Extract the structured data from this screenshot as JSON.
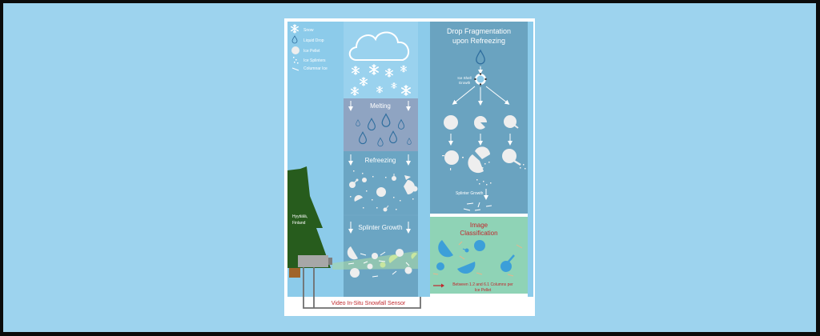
{
  "legend": {
    "items": [
      {
        "icon": "snowflake-icon",
        "label": "Snow"
      },
      {
        "icon": "liquid-drop-icon",
        "label": "Liquid Drop"
      },
      {
        "icon": "ice-pellet-icon",
        "label": "Ice Pellet"
      },
      {
        "icon": "ice-splinters-icon",
        "label": "Ice Splinters"
      },
      {
        "icon": "columnar-ice-icon",
        "label": "Columnar Ice"
      }
    ]
  },
  "location": {
    "line1": "Hyytiälä,",
    "line2": "Finland"
  },
  "stages": {
    "melting": "Melting",
    "refreezing": "Refreezing",
    "splinter_growth": "Splinter Growth"
  },
  "sensor": {
    "label": "Video In-Situ Snowfall Sensor"
  },
  "fragmentation": {
    "title_line1": "Drop Fragmentation",
    "title_line2": "upon Refreezing",
    "shell_line1": "Ice Shell",
    "shell_line2": "Growth",
    "splinter_growth": "Splinter Growth"
  },
  "classification": {
    "title_line1": "Image",
    "title_line2": "Classification",
    "result_line1": "Between 1.2 and 6.1 Columns per",
    "result_line2": "Ice Pellet"
  },
  "colors": {
    "background": "#9dd3ee",
    "panel_sky": "#8ccbea",
    "melting_band": "#8fa4c2",
    "refreeze_band": "#6ba5c3",
    "fragmentation_panel": "#6aa3c0",
    "classification_panel": "#8fd3b6",
    "tree": "#275c1d",
    "trunk": "#a0642a",
    "sensor_label": "#c0282d",
    "pellet_blue": "#3c9fd9"
  }
}
